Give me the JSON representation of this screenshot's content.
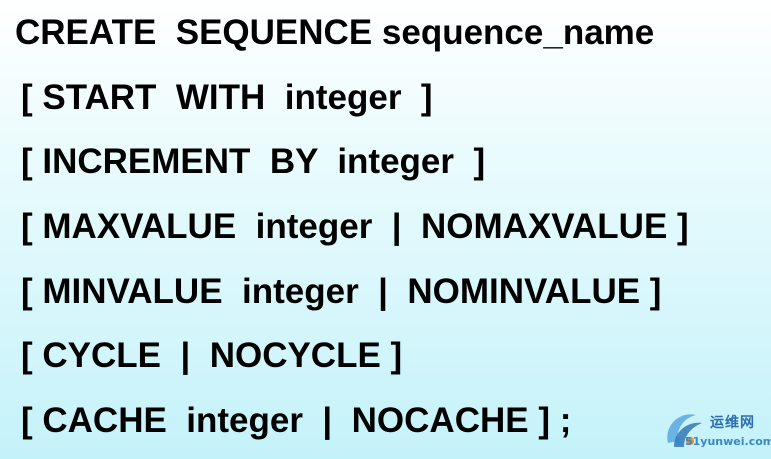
{
  "syntax_lines": [
    "CREATE  SEQUENCE sequence_name",
    "[ START  WITH  integer  ]",
    "[ INCREMENT  BY  integer  ]",
    "[ MAXVALUE  integer  |  NOMAXVALUE ]",
    "[ MINVALUE  integer  |  NOMINVALUE ]",
    "[ CYCLE  |  NOCYCLE ]",
    "[ CACHE  integer  |  NOCACHE ] ;"
  ],
  "watermark": {
    "title": "运维网",
    "subtitle": "©51yunwei.com"
  },
  "colors": {
    "text": "#000000",
    "background_top": "#ffffff",
    "background_bottom": "#c4f2fa",
    "watermark": "#2a6fb0"
  }
}
